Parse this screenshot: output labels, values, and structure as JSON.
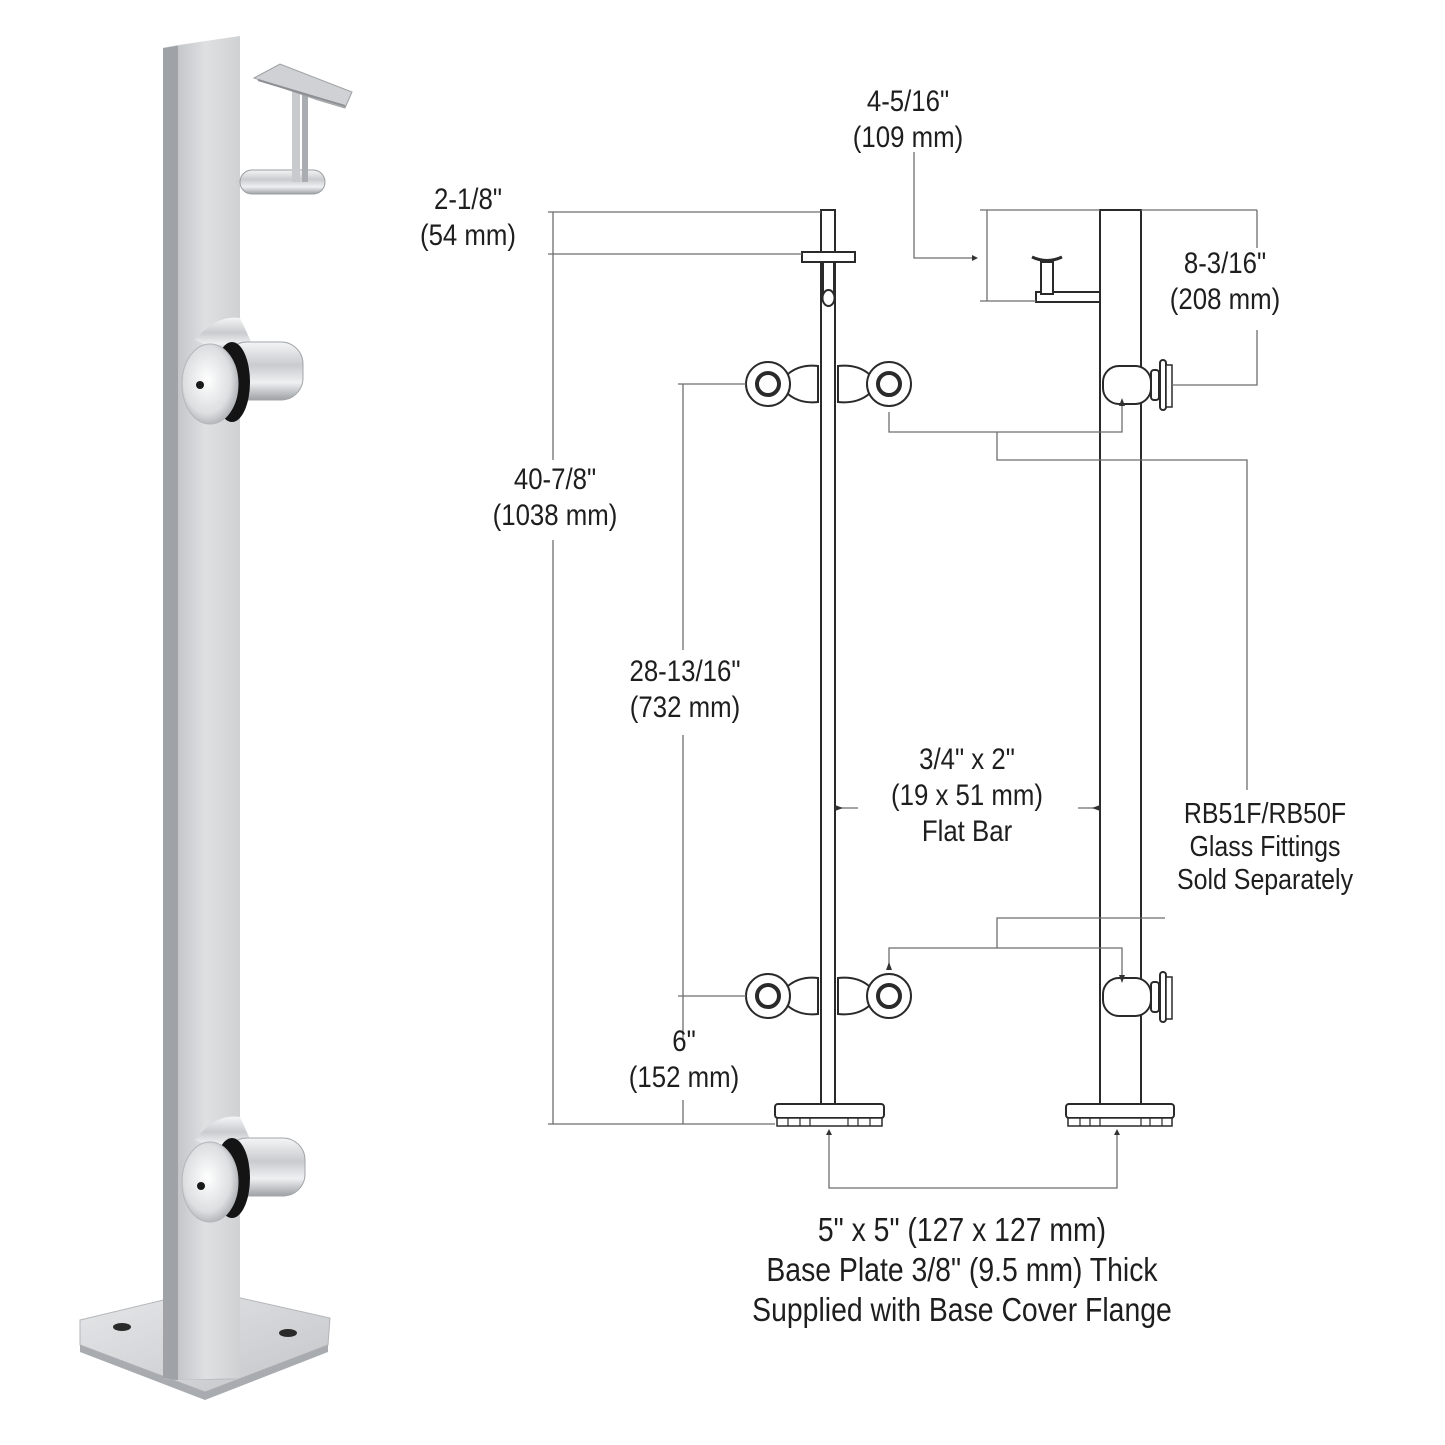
{
  "figure": {
    "type": "product dimensional drawing",
    "subject": "flat bar glass railing post with handrail saddle and glass clamps",
    "colors": {
      "background": "#ffffff",
      "line": "#2a2a2a",
      "dimension_line": "#777777",
      "steel_light": "#d9dadc",
      "steel_mid": "#b9bbbe",
      "steel_dark": "#8f9296",
      "gasket": "#151515"
    }
  },
  "photo": {
    "label": "product photo of post",
    "parts": [
      "flat bar post",
      "handrail saddle bracket",
      "upper glass clamp",
      "lower glass clamp",
      "square base plate"
    ]
  },
  "dimensions": {
    "saddle_height": {
      "imperial": "2-1/8\"",
      "metric": "(54 mm)"
    },
    "saddle_offset": {
      "imperial": "4-5/16\"",
      "metric": "(109 mm)"
    },
    "top_to_upper_clamp": {
      "imperial": "8-3/16\"",
      "metric": "(208 mm)"
    },
    "overall_height": {
      "imperial": "40-7/8\"",
      "metric": "(1038 mm)"
    },
    "clamp_spacing": {
      "imperial": "28-13/16\"",
      "metric": "(732 mm)"
    },
    "lower_clamp_height": {
      "imperial": "6\"",
      "metric": "(152 mm)"
    },
    "bar_size": {
      "imperial": "3/4\" x 2\"",
      "metric": "(19 x 51 mm)",
      "name": "Flat Bar"
    }
  },
  "notes": {
    "fittings": [
      "RB51F/RB50F",
      "Glass Fittings",
      "Sold Separately"
    ],
    "base_plate": [
      "5\" x 5\" (127 x 127 mm)",
      "Base Plate 3/8\" (9.5 mm) Thick",
      "Supplied with Base Cover Flange"
    ]
  },
  "views": [
    "front elevation",
    "side elevation"
  ]
}
